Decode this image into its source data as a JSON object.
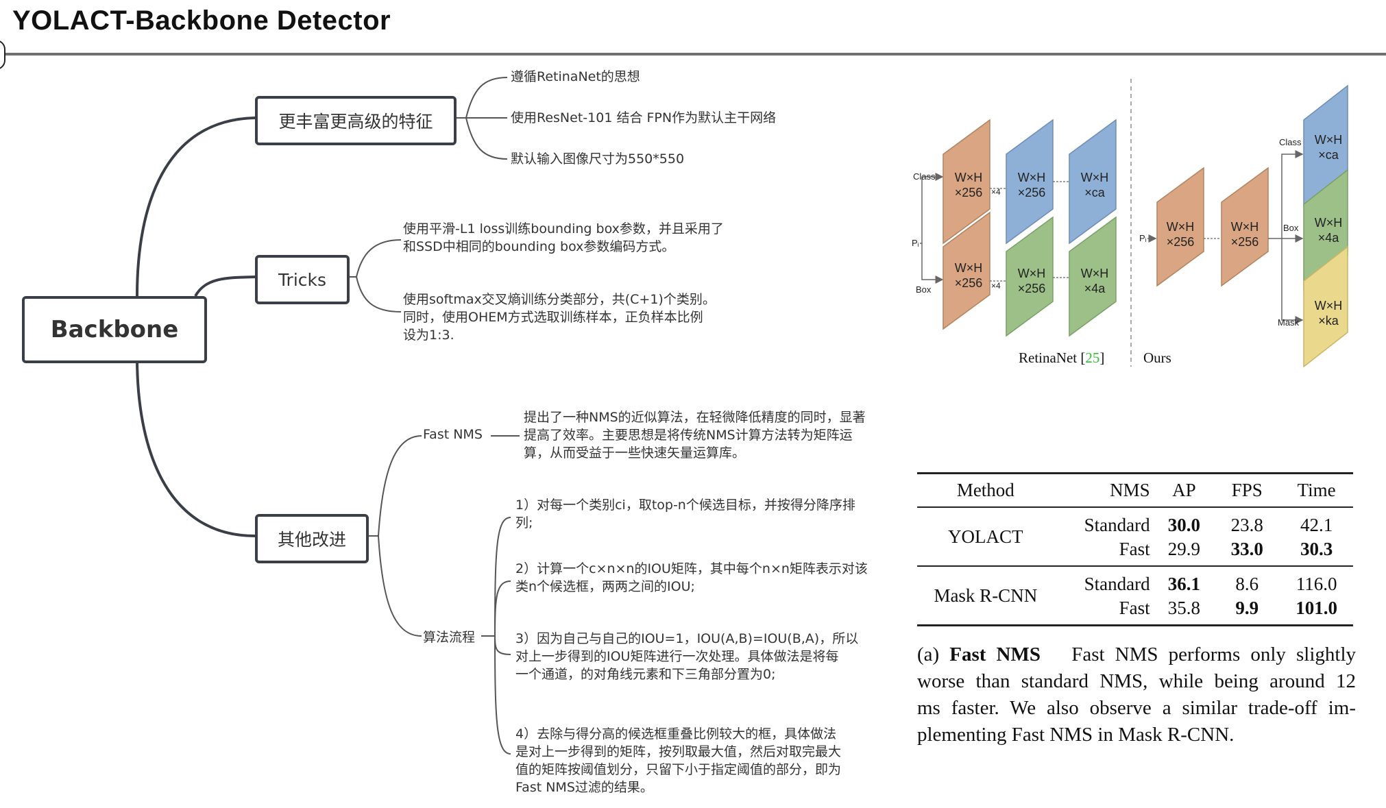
{
  "title": "YOLACT-Backbone Detector",
  "mindmap": {
    "root": "Backbone",
    "branches": [
      {
        "label": "更丰富更高级的特征",
        "leaves": [
          "遵循RetinaNet的思想",
          "使用ResNet-101 结合 FPN作为默认主干网络",
          "默认输入图像尺寸为550*550"
        ]
      },
      {
        "label": "Tricks",
        "leaves": [
          [
            "使用平滑-L1 loss训练bounding box参数，并且采用了",
            "和SSD中相同的bounding box参数编码方式。"
          ],
          [
            "使用softmax交叉熵训练分类部分，共(C+1)个类别。",
            "同时，使用OHEM方式选取训练样本，正负样本比例",
            "设为1:3."
          ]
        ]
      },
      {
        "label": "其他改进",
        "subs": [
          {
            "label": "Fast NMS",
            "leaves": [
              [
                "提出了一种NMS的近似算法，在轻微降低精度的同时，显著",
                "提高了效率。主要思想是将传统NMS计算方法转为矩阵运",
                "算，从而受益于一些快速矢量运算库。"
              ]
            ]
          },
          {
            "label": "算法流程",
            "leaves": [
              [
                "1）对每一个类别ci，取top-n个候选目标，并按得分降序排",
                "列;"
              ],
              [
                "2）计算一个c×n×n的IOU矩阵，其中每个n×n矩阵表示对该",
                "类n个候选框，两两之间的IOU;"
              ],
              [
                "3）因为自己与自己的IOU=1，IOU(A,B)=IOU(B,A)，所以",
                "对上一步得到的IOU矩阵进行一次处理。具体做法是将每",
                "一个通道，的对角线元素和下三角部分置为0;"
              ],
              [
                "4）去除与得分高的候选框重叠比例较大的框，具体做法",
                "是对上一步得到的矩阵，按列取最大值，然后对取完最大",
                "值的矩阵按阈值划分，只留下小于指定阈值的部分，即为",
                "Fast NMS过滤的结果。"
              ]
            ]
          }
        ]
      }
    ]
  },
  "figure": {
    "retinanet": {
      "class_label": "Class",
      "box_label": "Box",
      "pi_label": "Pᵢ",
      "times4": "×4",
      "boxes": {
        "class_orange": [
          "W×H",
          "×256"
        ],
        "class_blue1": [
          "W×H",
          "×256"
        ],
        "class_blue2": [
          "W×H",
          "×ca"
        ],
        "box_orange": [
          "W×H",
          "×256"
        ],
        "box_green1": [
          "W×H",
          "×256"
        ],
        "box_green2": [
          "W×H",
          "×4a"
        ]
      },
      "caption": "RetinaNet",
      "ref": "25"
    },
    "ours": {
      "pi_label": "Pᵢ",
      "class_label": "Class",
      "box_label": "Box",
      "mask_label": "Mask",
      "boxes": {
        "orange1": [
          "W×H",
          "×256"
        ],
        "orange2": [
          "W×H",
          "×256"
        ],
        "blue": [
          "W×H",
          "×ca"
        ],
        "green": [
          "W×H",
          "×4a"
        ],
        "yellow": [
          "W×H",
          "×ka"
        ]
      },
      "caption": "Ours"
    },
    "colors": {
      "orange": "#d9a582",
      "blue": "#8fb0d6",
      "green": "#9cc088",
      "yellow": "#ead88c",
      "ref": "#2fbf2f"
    }
  },
  "table": {
    "headers": [
      "Method",
      "NMS",
      "AP",
      "FPS",
      "Time"
    ],
    "groups": [
      {
        "method": "YOLACT",
        "rows": [
          {
            "nms": "Standard",
            "ap": "30.0",
            "fps": "23.8",
            "time": "42.1",
            "bold": [
              "ap"
            ]
          },
          {
            "nms": "Fast",
            "ap": "29.9",
            "fps": "33.0",
            "time": "30.3",
            "bold": [
              "fps",
              "time"
            ]
          }
        ]
      },
      {
        "method": "Mask R-CNN",
        "rows": [
          {
            "nms": "Standard",
            "ap": "36.1",
            "fps": "8.6",
            "time": "116.0",
            "bold": [
              "ap"
            ]
          },
          {
            "nms": "Fast",
            "ap": "35.8",
            "fps": "9.9",
            "time": "101.0",
            "bold": [
              "fps",
              "time"
            ]
          }
        ]
      }
    ],
    "caption_prefix": "(a)",
    "caption_bold": "Fast NMS",
    "caption_lines": [
      "Fast NMS performs only slightly",
      "worse than standard NMS, while being around 12",
      "ms faster.  We also observe a similar trade-off im-",
      "plementing Fast NMS in Mask R-CNN."
    ]
  }
}
